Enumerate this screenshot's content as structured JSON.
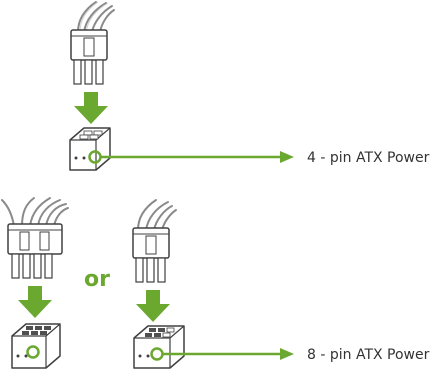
{
  "labels": {
    "four_pin": "4 - pin ATX Power",
    "eight_pin": "8 - pin ATX Power",
    "or_word": "or"
  },
  "colors": {
    "accent_green": "#6AA82F",
    "arrow_green": "#6AA82F",
    "outline": "#404040",
    "pin_dark": "#505050",
    "wire_gray": "#8a8a8a",
    "text": "#333333"
  },
  "icons": [
    "power-cable-4pin-icon",
    "power-cable-8pin-icon",
    "motherboard-socket-4pin-icon",
    "motherboard-socket-8pin-icon",
    "down-arrow-icon",
    "pin-highlight-circle-icon",
    "callout-arrow-icon"
  ]
}
